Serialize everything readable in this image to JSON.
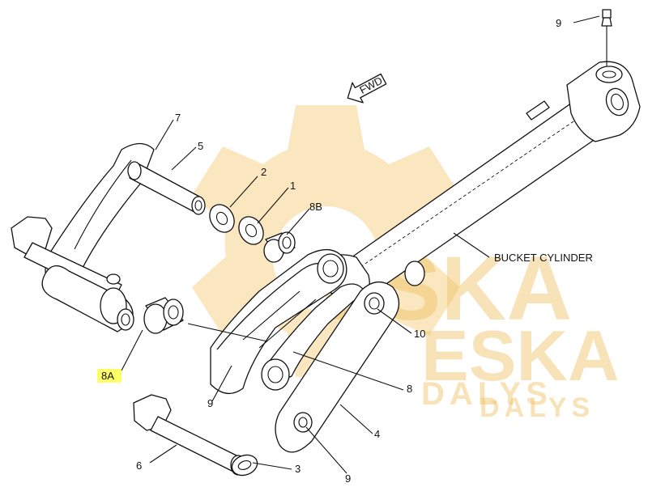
{
  "diagram": {
    "callouts": {
      "c9_top": "9",
      "c7": "7",
      "c5": "5",
      "c2": "2",
      "c1": "1",
      "c8b": "8B",
      "bucket_cylinder": "BUCKET CYLINDER",
      "c10": "10",
      "c8a": "8A",
      "c9_left": "9",
      "c8": "8",
      "c4": "4",
      "c9_bottom": "9",
      "c6": "6",
      "c3": "3"
    },
    "fwd_arrow": "FWD",
    "highlight_color": "#ffff66"
  },
  "watermark": {
    "line1": "ESKA",
    "line2": "ESKA",
    "line3": "DALYS",
    "line4": "DALYS",
    "color": "#f2c15a"
  }
}
